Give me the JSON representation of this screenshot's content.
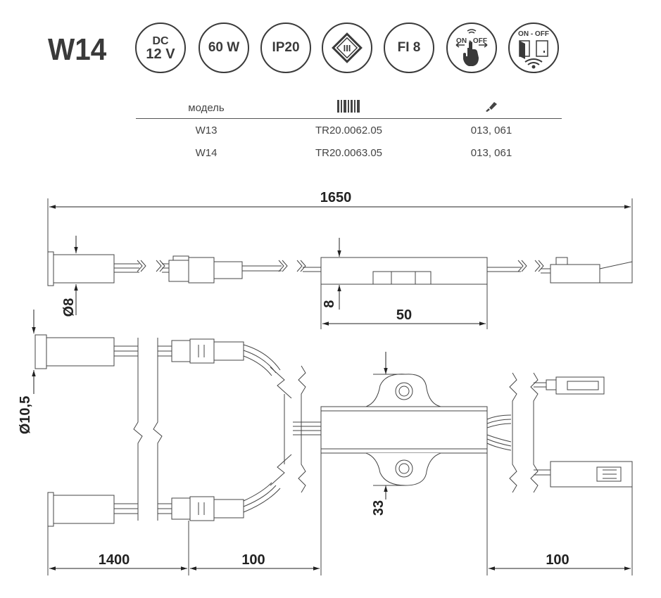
{
  "product": {
    "title": "W14"
  },
  "badges": [
    {
      "line1": "DC",
      "line2": "12 V"
    },
    {
      "line1": "60 W"
    },
    {
      "line1": "IP20"
    },
    {
      "line1": "III",
      "icon": "class-three-diamond-icon"
    },
    {
      "line1": "FI 8"
    },
    {
      "line1": "ON - OFF",
      "icon": "hand-sensor-icon"
    },
    {
      "line1": "ON - OFF",
      "icon": "door-sensor-icon"
    }
  ],
  "table": {
    "headers": {
      "model": "модель",
      "code_icon": "barcode-icon",
      "finish_icon": "brush-icon"
    },
    "rows": [
      {
        "model": "W13",
        "code": "TR20.0062.05",
        "finish": "013, 061"
      },
      {
        "model": "W14",
        "code": "TR20.0063.05",
        "finish": "013, 061"
      }
    ]
  },
  "dimensions": {
    "total_length": "1650",
    "sensor_diameter": "Ø8",
    "driver_height": "8",
    "driver_length": "50",
    "head_diameter": "Ø10,5",
    "cable_1": "1400",
    "cable_2": "100",
    "cable_3": "100",
    "mount_height": "33"
  },
  "colors": {
    "ink": "#3a3a3a",
    "line": "#444444"
  }
}
